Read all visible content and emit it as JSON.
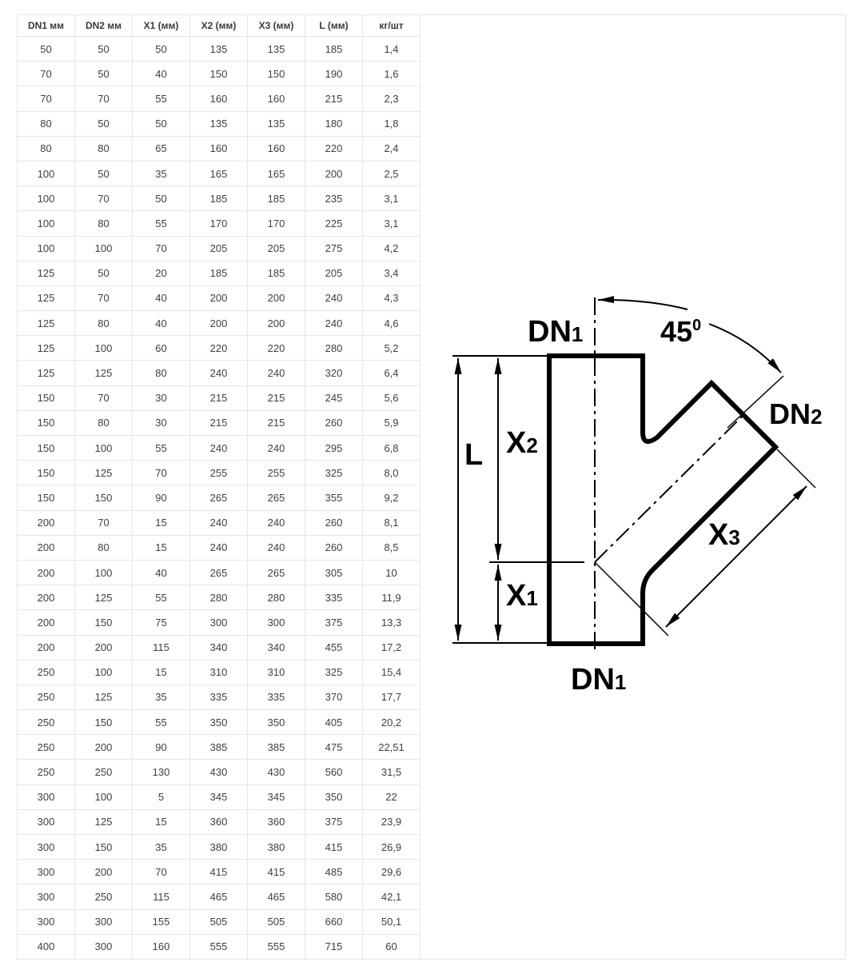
{
  "table": {
    "headers": [
      "DN1 мм",
      "DN2 мм",
      "X1 (мм)",
      "X2 (мм)",
      "X3 (мм)",
      "L (мм)",
      "кг/шт"
    ],
    "rows": [
      [
        "50",
        "50",
        "50",
        "135",
        "135",
        "185",
        "1,4"
      ],
      [
        "70",
        "50",
        "40",
        "150",
        "150",
        "190",
        "1,6"
      ],
      [
        "70",
        "70",
        "55",
        "160",
        "160",
        "215",
        "2,3"
      ],
      [
        "80",
        "50",
        "50",
        "135",
        "135",
        "180",
        "1,8"
      ],
      [
        "80",
        "80",
        "65",
        "160",
        "160",
        "220",
        "2,4"
      ],
      [
        "100",
        "50",
        "35",
        "165",
        "165",
        "200",
        "2,5"
      ],
      [
        "100",
        "70",
        "50",
        "185",
        "185",
        "235",
        "3,1"
      ],
      [
        "100",
        "80",
        "55",
        "170",
        "170",
        "225",
        "3,1"
      ],
      [
        "100",
        "100",
        "70",
        "205",
        "205",
        "275",
        "4,2"
      ],
      [
        "125",
        "50",
        "20",
        "185",
        "185",
        "205",
        "3,4"
      ],
      [
        "125",
        "70",
        "40",
        "200",
        "200",
        "240",
        "4,3"
      ],
      [
        "125",
        "80",
        "40",
        "200",
        "200",
        "240",
        "4,6"
      ],
      [
        "125",
        "100",
        "60",
        "220",
        "220",
        "280",
        "5,2"
      ],
      [
        "125",
        "125",
        "80",
        "240",
        "240",
        "320",
        "6,4"
      ],
      [
        "150",
        "70",
        "30",
        "215",
        "215",
        "245",
        "5,6"
      ],
      [
        "150",
        "80",
        "30",
        "215",
        "215",
        "260",
        "5,9"
      ],
      [
        "150",
        "100",
        "55",
        "240",
        "240",
        "295",
        "6,8"
      ],
      [
        "150",
        "125",
        "70",
        "255",
        "255",
        "325",
        "8,0"
      ],
      [
        "150",
        "150",
        "90",
        "265",
        "265",
        "355",
        "9,2"
      ],
      [
        "200",
        "70",
        "15",
        "240",
        "240",
        "260",
        "8,1"
      ],
      [
        "200",
        "80",
        "15",
        "240",
        "240",
        "260",
        "8,5"
      ],
      [
        "200",
        "100",
        "40",
        "265",
        "265",
        "305",
        "10"
      ],
      [
        "200",
        "125",
        "55",
        "280",
        "280",
        "335",
        "11,9"
      ],
      [
        "200",
        "150",
        "75",
        "300",
        "300",
        "375",
        "13,3"
      ],
      [
        "200",
        "200",
        "115",
        "340",
        "340",
        "455",
        "17,2"
      ],
      [
        "250",
        "100",
        "15",
        "310",
        "310",
        "325",
        "15,4"
      ],
      [
        "250",
        "125",
        "35",
        "335",
        "335",
        "370",
        "17,7"
      ],
      [
        "250",
        "150",
        "55",
        "350",
        "350",
        "405",
        "20,2"
      ],
      [
        "250",
        "200",
        "90",
        "385",
        "385",
        "475",
        "22,51"
      ],
      [
        "250",
        "250",
        "130",
        "430",
        "430",
        "560",
        "31,5"
      ],
      [
        "300",
        "100",
        "5",
        "345",
        "345",
        "350",
        "22"
      ],
      [
        "300",
        "125",
        "15",
        "360",
        "360",
        "375",
        "23,9"
      ],
      [
        "300",
        "150",
        "35",
        "380",
        "380",
        "415",
        "26,9"
      ],
      [
        "300",
        "200",
        "70",
        "415",
        "415",
        "485",
        "29,6"
      ],
      [
        "300",
        "250",
        "115",
        "465",
        "465",
        "580",
        "42,1"
      ],
      [
        "300",
        "300",
        "155",
        "505",
        "505",
        "660",
        "50,1"
      ],
      [
        "400",
        "300",
        "160",
        "555",
        "555",
        "715",
        "60"
      ]
    ]
  },
  "drawing": {
    "angle_label": "45",
    "angle_sup": "0",
    "labels": {
      "dn1_top": "DN",
      "dn1_top_sub": "1",
      "dn2": "DN",
      "dn2_sub": "2",
      "dn1_bottom": "DN",
      "dn1_bottom_sub": "1",
      "L": "L",
      "x1": "X",
      "x1_sub": "1",
      "x2": "X",
      "x2_sub": "2",
      "x3": "X",
      "x3_sub": "3"
    }
  }
}
